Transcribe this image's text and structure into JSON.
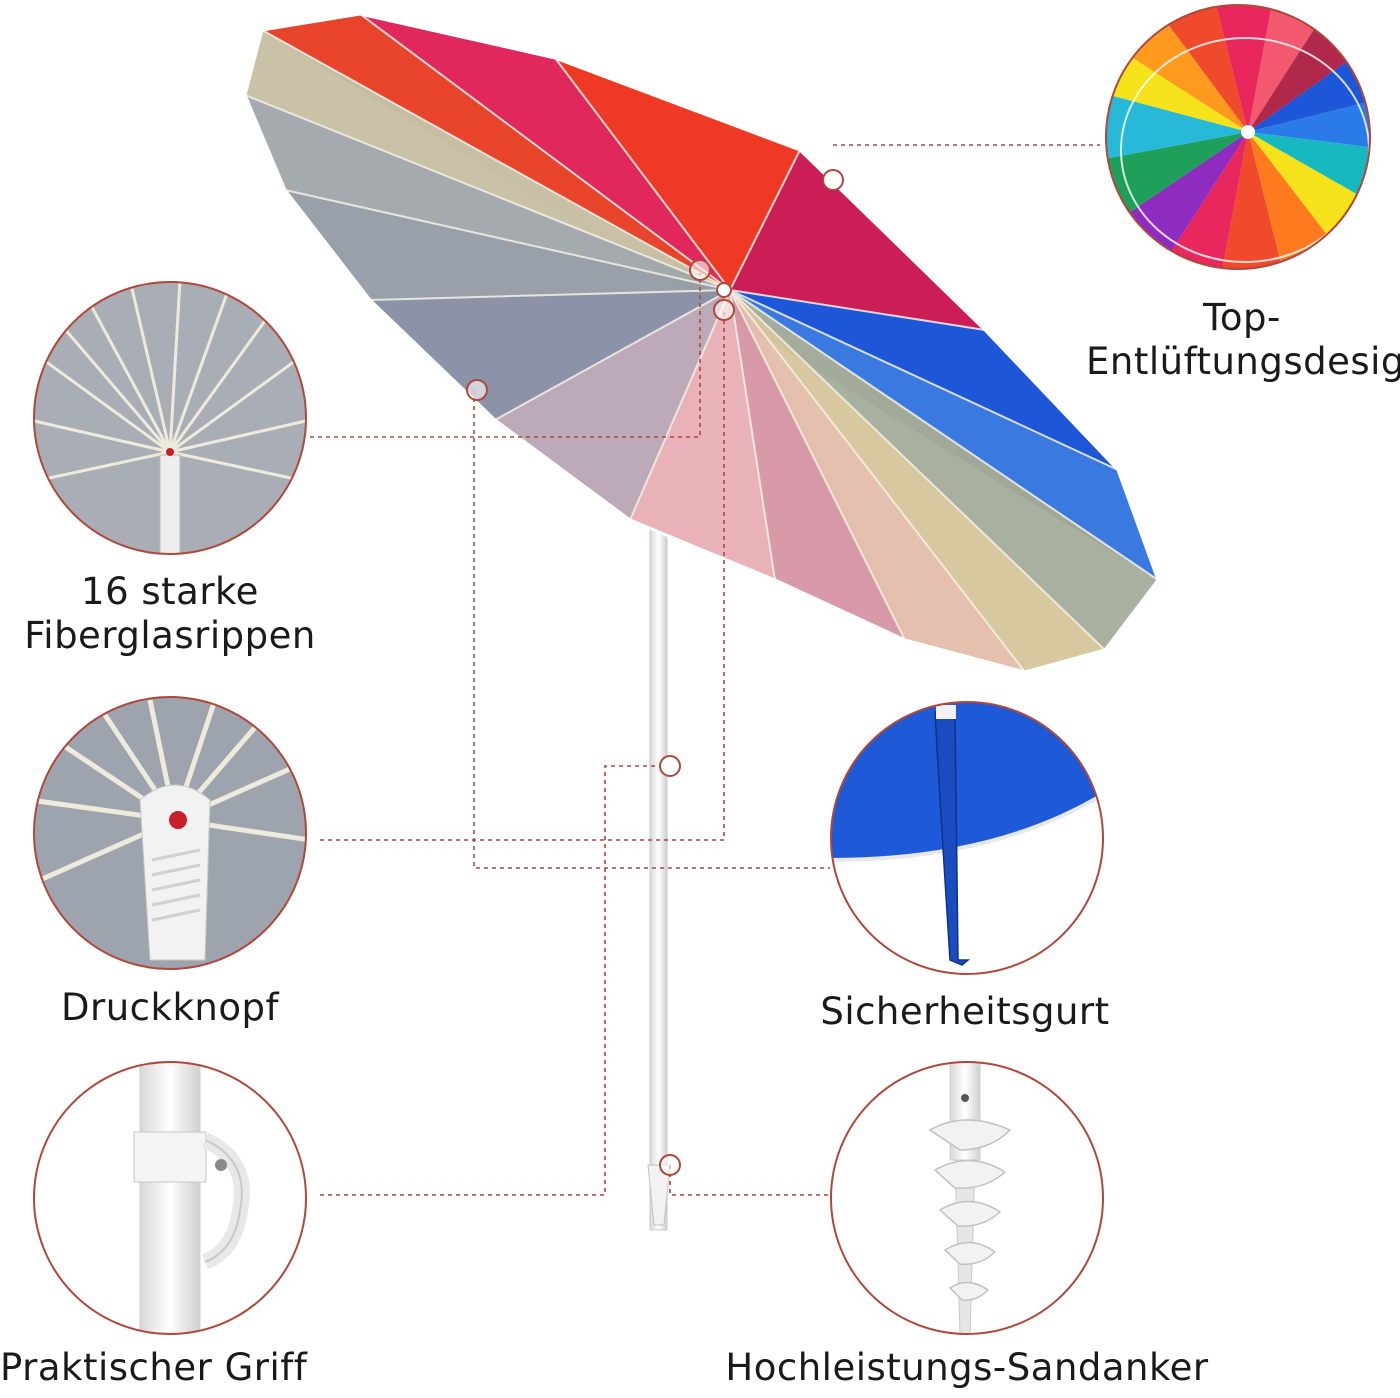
{
  "features": {
    "top_vent": {
      "label": "Top-\nEntlüftungsdesign",
      "line1": "Top-",
      "line2": "Entlüftungsdesign"
    },
    "ribs": {
      "line1": "16 starke",
      "line2": "Fiberglasrippen"
    },
    "push_button": {
      "label": "Druckknopf"
    },
    "safety_strap": {
      "label": "Sicherheitsgurt"
    },
    "handle": {
      "label": "Praktischer Griff"
    },
    "sand_anchor": {
      "label": "Hochleistungs-Sandanker"
    }
  },
  "colors": {
    "callout_ring": "#b0473a",
    "leader_line": "#b0473a",
    "umbrella_panels": [
      "#e8442c",
      "#e0285c",
      "#c8c0a8",
      "#9aa0a8",
      "#8a93a8",
      "#b8a8b8",
      "#e8b0b8",
      "#d89aa8",
      "#e8c0b0",
      "#d8c8a8",
      "#a8b0a0",
      "#1e56d8",
      "#d01e5a"
    ]
  }
}
